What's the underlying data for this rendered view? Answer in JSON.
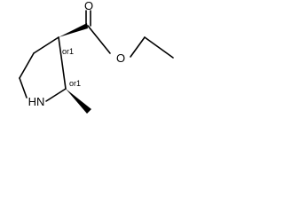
{
  "molecule": {
    "atoms": {
      "oxygen_carbonyl": "O",
      "oxygen_ester": "O",
      "nitrogen": "HN"
    },
    "stereo": {
      "c3": "or1",
      "c2": "or1"
    }
  }
}
